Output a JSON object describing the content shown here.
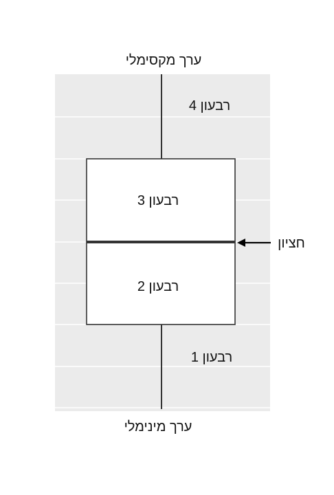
{
  "labels": {
    "max": "ערך מקסימלי",
    "min": "ערך מינימלי",
    "q4": "רבעון 4",
    "q3": "רבעון 3",
    "q2": "רבעון 2",
    "q1": "רבעון 1",
    "median": "חציון"
  },
  "colors": {
    "panel_background": "#ebebeb",
    "grid": "#ffffff",
    "box_fill": "#ffffff",
    "box_stroke": "#333333",
    "median_line": "#333333",
    "whisker": "#333333",
    "arrow": "#000000",
    "text": "#111111"
  }
}
